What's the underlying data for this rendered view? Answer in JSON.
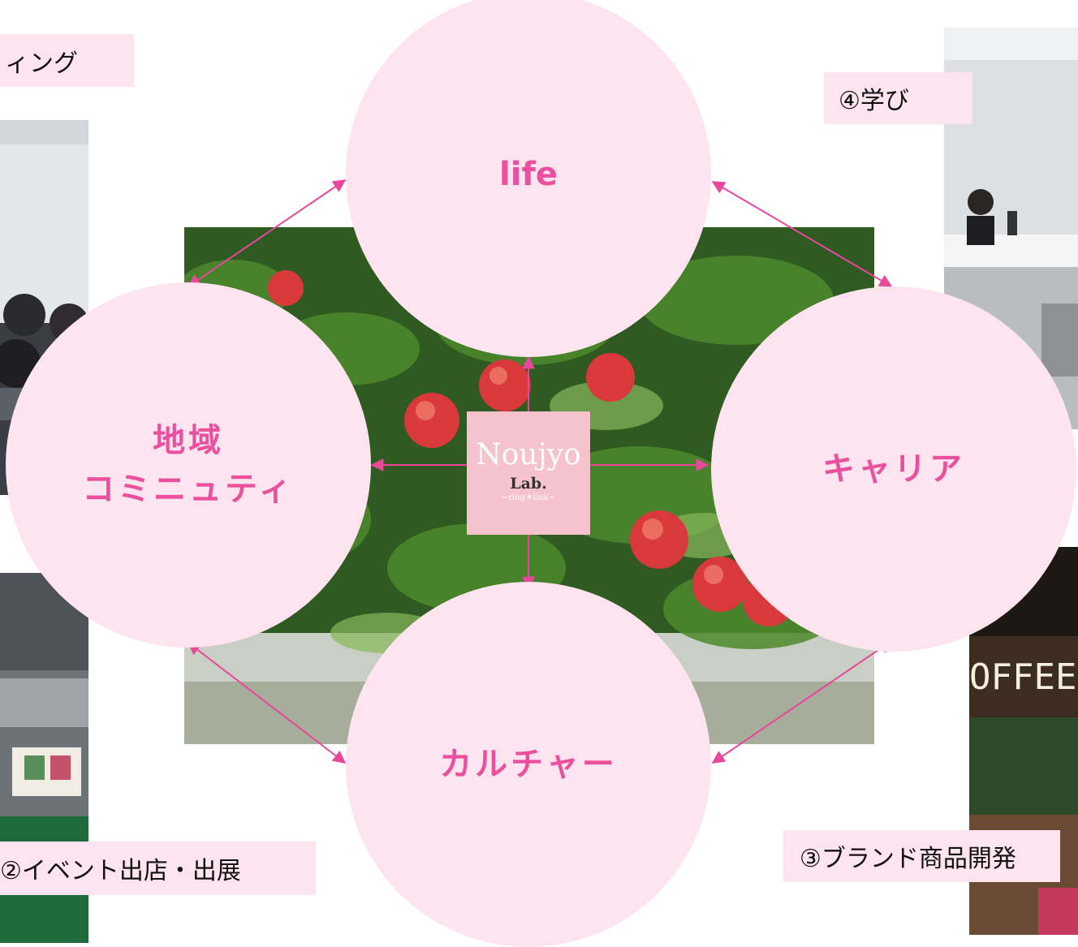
{
  "labels": {
    "top_left": "ィング",
    "learning": "④学び",
    "event": "②イベント出店・出展",
    "brand": "③ブランド商品開発"
  },
  "circles": {
    "top": "life",
    "left": "地域\nコミニュティ",
    "right": "キャリア",
    "bottom": "カルチャー"
  },
  "logo": {
    "title": "Noujyo",
    "subtitle": "Lab.",
    "tagline": "~ring＊link~"
  },
  "photos": {
    "background": "peach-tree",
    "top_left": "meeting-room",
    "top_right": "seminar",
    "bottom_left": "event-booth",
    "bottom_right": "coffee-shop"
  },
  "colors": {
    "circle_fill": "#fde4ef",
    "accent_pink": "#ec4f9d",
    "arrow": "#e8479a",
    "logo_bg": "#f6c3cc"
  }
}
